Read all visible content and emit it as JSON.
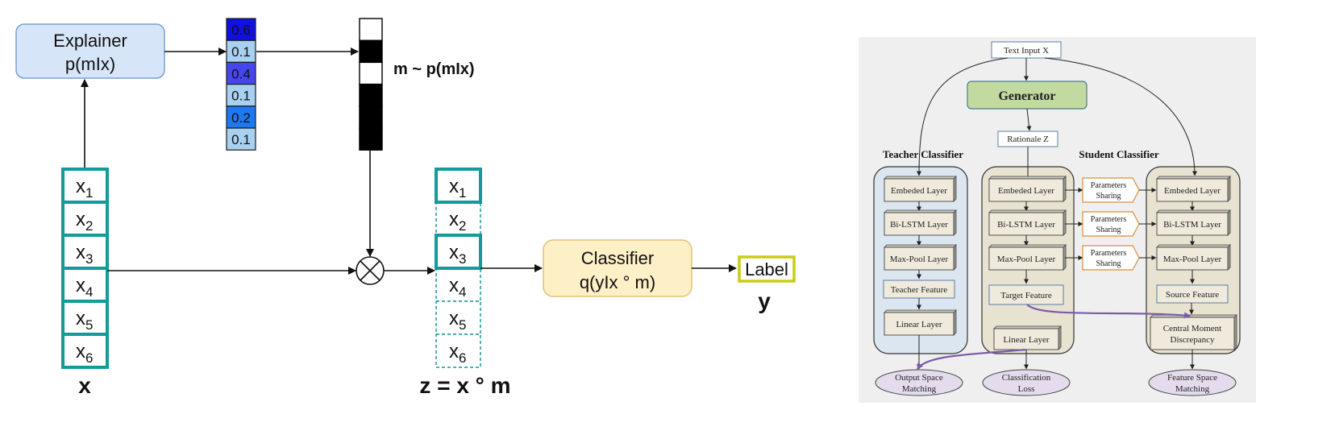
{
  "left": {
    "explainer": {
      "line1": "Explainer",
      "line2": "p(mIx)"
    },
    "probs": [
      "0.6",
      "0.1",
      "0.4",
      "0.1",
      "0.2",
      "0.1"
    ],
    "prob_colors": [
      "#1010e0",
      "#a8d0f0",
      "#4646f0",
      "#a8d0f0",
      "#1e78f0",
      "#a8d0f0"
    ],
    "mask_pattern": [
      0,
      1,
      0,
      1,
      1,
      1
    ],
    "mask_label": "m ~ p(mIx)",
    "x_items": [
      "x",
      "x",
      "x",
      "x",
      "x",
      "x"
    ],
    "x_subs": [
      "1",
      "2",
      "3",
      "4",
      "5",
      "6"
    ],
    "z_selected": [
      true,
      false,
      true,
      false,
      false,
      false
    ],
    "x_label": "x",
    "z_label": "z = x ° m",
    "classifier": {
      "line1": "Classifier",
      "line2": "q(yIx ° m)"
    },
    "label_box": "Label",
    "y_label": "y",
    "accent": "#139a9a"
  },
  "right": {
    "text_input": "Text  Input  X",
    "generator": "Generator",
    "rationale": "Rationale  Z",
    "teacher_title": "Teacher   Classifier",
    "student_title": "Student Classifier",
    "teacher_layers": [
      "Embeded Layer",
      "Bi-LSTM Layer",
      "Max-Pool  Layer",
      "Teacher Feature",
      "Linear Layer"
    ],
    "middle_layers": [
      "Embeded  Layer",
      "Bi-LSTM Layer",
      "Max-Pool  Layer",
      "Target Feature",
      "Linear Layer"
    ],
    "student_layers": [
      "Embeded  Layer",
      "Bi-LSTM Layer",
      "Max-Pool  Layer",
      "Source Feature",
      "Central Moment Discrepancy"
    ],
    "param_sharing": [
      "Parameters Sharing",
      "Parameters Sharing",
      "Parameters Sharing"
    ],
    "bottom_labels": [
      "Output Space Matching",
      "Classification Loss",
      "Feature Space Matching"
    ],
    "colors": {
      "teacher_panel": "#dbe6f1",
      "panel_neutral": "#e8e2d0",
      "generator": "#c2d9a0",
      "bottom_oval": "#e4dcec",
      "match_arrow": "#7a5ca8",
      "sharing_border": "#e08a3c"
    }
  }
}
